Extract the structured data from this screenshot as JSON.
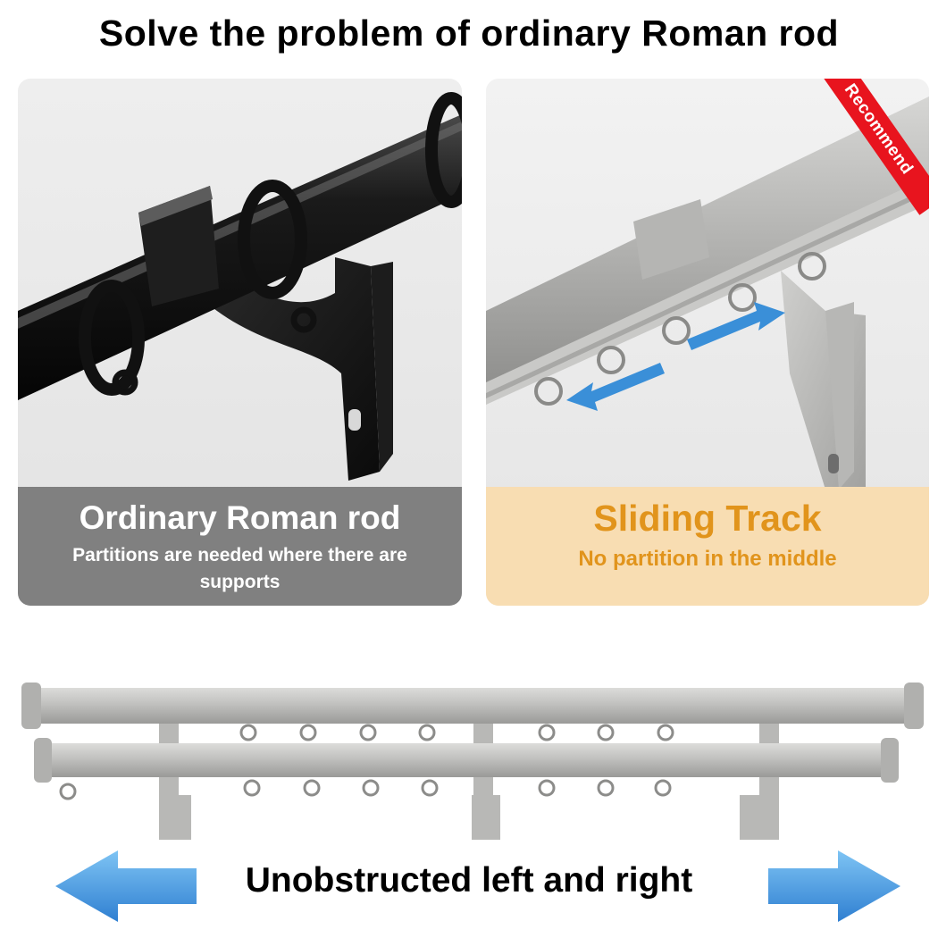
{
  "headline": "Solve the problem of ordinary Roman rod",
  "left_panel": {
    "title": "Ordinary Roman rod",
    "subtitle": "Partitions are needed where there are supports"
  },
  "right_panel": {
    "badge": "Recommend",
    "title": "Sliding Track",
    "subtitle": "No partition in the middle"
  },
  "bottom": {
    "label": "Unobstructed left and right"
  },
  "colors": {
    "accent_orange": "#e1941c",
    "ribbon_red": "#e8141e",
    "arrow_blue": "#3a8fd8",
    "caption_gray": "#808080",
    "caption_peach": "#f8ddb2"
  }
}
